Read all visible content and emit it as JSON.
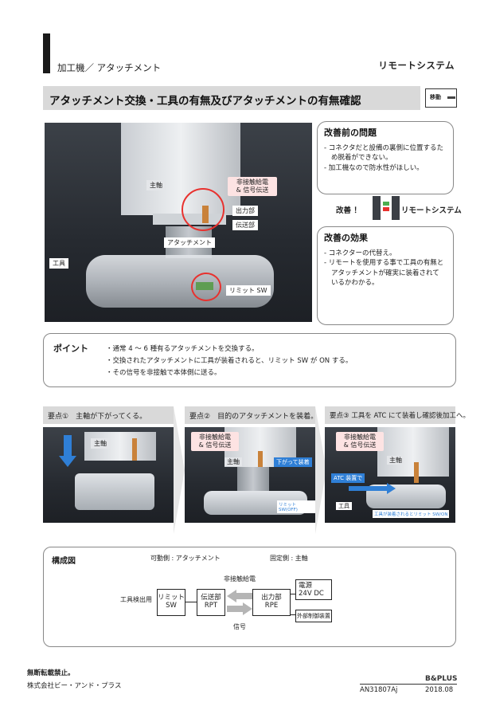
{
  "header": {
    "category": "加工機／ アタッチメント",
    "system": "リモートシステム",
    "title": "アタッチメント交換・工具の有無及びアタッチメントの有無確認",
    "move_button": "移動"
  },
  "main_photo": {
    "labels": {
      "spindle": "主軸",
      "contactless": "非接触給電\n& 信号伝送",
      "output": "出力部",
      "transmit": "伝送部",
      "attachment": "アタッチメント",
      "tool": "工具",
      "limit_sw": "リミット SW"
    }
  },
  "problem": {
    "title": "改善前の問題",
    "items": [
      "コネクタだと設備の裏側に位置するため脱着ができない。",
      "加工機なので防水性がほしい。"
    ]
  },
  "improve": {
    "left": "改善 ！",
    "right": "リモートシステム"
  },
  "effect": {
    "title": "改善の効果",
    "items": [
      "コネクターの代替え。",
      "リモートを使用する事で工具の有無とアタッチメントが確実に装着されているかわかる。"
    ]
  },
  "point": {
    "title": "ポイント",
    "items": [
      "・通常 4 ～ 6 種有るアタッチメントを交換する。",
      "・交換されたアタッチメントに工具が装着されると、リミット SW が ON する。",
      "・その信号を非接触で本体側に送る。"
    ]
  },
  "steps": [
    {
      "heading": "要点①　主軸が下がってくる。",
      "labels": {
        "spindle": "主軸"
      }
    },
    {
      "heading": "要点②　目的のアタッチメントを装着。",
      "labels": {
        "contactless": "非接触給電\n& 信号伝送",
        "spindle": "主軸",
        "descend": "下がって装着",
        "limit": "リミットSW(OFF)"
      }
    },
    {
      "heading": "要点③ 工具を ATC にて装着し確認後加工へ。",
      "labels": {
        "contactless": "非接触給電\n& 信号伝送",
        "spindle": "主軸",
        "atc": "ATC 装置で",
        "tool": "工具",
        "limit_on": "工具が装着されるとリミット SW/ON"
      }
    }
  ],
  "composition": {
    "title": "構成図",
    "movable": "可動側 : アタッチメント",
    "fixed": "固定側 : 主軸",
    "tool_detect": "工具検出用",
    "limit_sw": "リミット\nSW",
    "rpt": "伝送部\nRPT",
    "rpe": "出力部\nRPE",
    "contactless_power": "非接触給電",
    "signal": "信号",
    "power": "電源\n24V DC",
    "external": "外部制御装置"
  },
  "footer": {
    "notice": "無断転載禁止。",
    "company": "株式会社ビー・アンド・プラス",
    "logo": "B&PLUS",
    "doc_no": "AN31807Aj",
    "date": "2018.08"
  },
  "colors": {
    "accent_red": "#e8312e",
    "callout_pink": "#fde3e3",
    "arrow_blue": "#2f7fd6",
    "band_gray": "#d9d9d9"
  }
}
